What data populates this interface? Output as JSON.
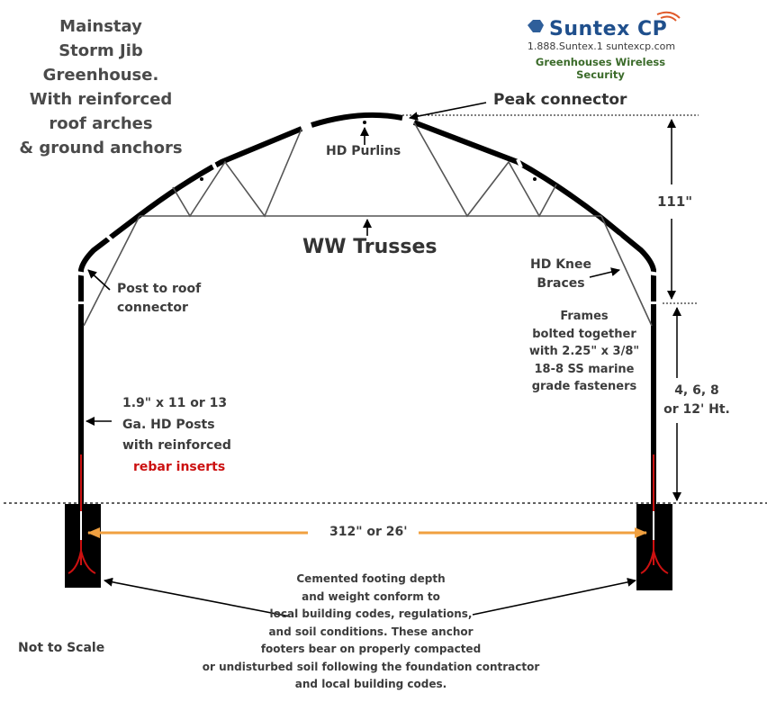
{
  "title_lines": [
    "Mainstay",
    "Storm Jib",
    "Greenhouse.",
    "With reinforced",
    "roof arches",
    "& ground anchors"
  ],
  "logo": {
    "name": "Suntex CP",
    "contact": "1.888.Suntex.1  suntexcp.com",
    "tagline": "Greenhouses   Wireless Security"
  },
  "labels": {
    "peak_connector": "Peak connector",
    "hd_purlins": "HD Purlins",
    "ww_trusses": "WW Trusses",
    "height_roof": "111\"",
    "hd_knee_braces": [
      "HD Knee",
      "Braces"
    ],
    "post_to_roof": [
      "Post to roof",
      "connector"
    ],
    "frames": [
      "Frames",
      "bolted together",
      "with 2.25\" x 3/8\"",
      "18-8 SS marine",
      "grade fasteners"
    ],
    "post_height": [
      "4, 6, 8",
      "or 12' Ht."
    ],
    "posts": [
      "1.9\"  x  11 or 13",
      "Ga. HD Posts",
      "with reinforced"
    ],
    "rebar": "rebar inserts",
    "width": "312\" or 26'",
    "footing": [
      "Cemented footing depth",
      "and weight conform to",
      "local building codes, regulations,",
      "and soil conditions. These anchor",
      "footers bear on properly compacted",
      "or undisturbed soil following the foundation contractor",
      "and local building codes."
    ],
    "not_to_scale": "Not to Scale"
  },
  "colors": {
    "frame": "#000000",
    "rebar": "#cc1111",
    "width_arrow": "#f0a040",
    "text": "#3c3c3c",
    "logo_blue": "#1f4f8c",
    "logo_green": "#3b6b2a",
    "logo_swoosh": "#e05a2a"
  }
}
